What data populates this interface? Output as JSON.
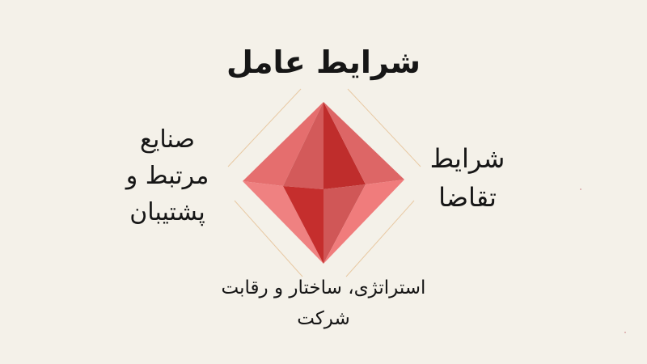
{
  "diagram": {
    "top": "شرایط عامل",
    "left": "صنایع\nمرتبط و\nپشتیبان",
    "right": "شرایط\nتقاضا",
    "bottom": "استراتژی، ساختار و رقابت\nشرکت"
  },
  "colors": {
    "background": "#f4f1e9",
    "text": "#161616",
    "frame_lines": "#e8c9a3",
    "diamond_light": "#f07f7f",
    "diamond_mid": "#d96565",
    "diamond_dark": "#b8302f",
    "diamond_deep": "#c22a29"
  }
}
